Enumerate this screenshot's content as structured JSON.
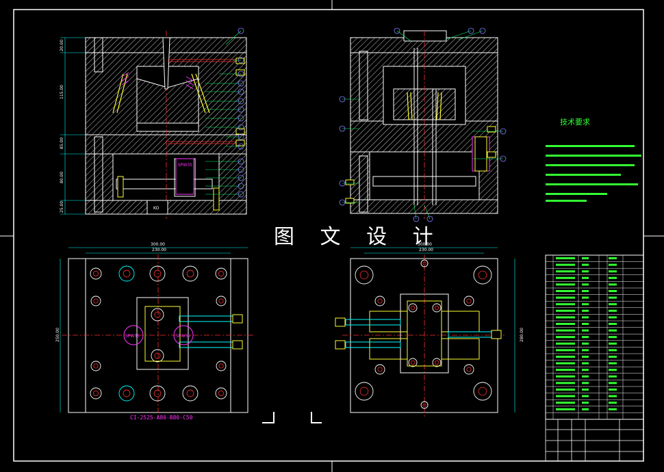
{
  "watermark": "图 文 设 计",
  "technical_requirements_title": "技术要求",
  "front_view_dims": [
    "20.00",
    "115.00",
    "85.00",
    "80.00",
    "25.00"
  ],
  "plan_dims": {
    "left_top": "300.00",
    "left_inner": "230.00",
    "left_side": "250.00",
    "right_top": "300.00",
    "right_inner": "230.00",
    "right_side": "280.00"
  },
  "labels": {
    "spw_front": "SPW35",
    "kb": "KO",
    "spw_left": "SPW35",
    "spw_right": "SPW35"
  },
  "caption": "CI-2525-A80-B80-C50",
  "colors": {
    "background": "#000000",
    "outline": "#ffffff",
    "hatch": "#ffffff",
    "centerline": "#ff3030",
    "dimension": "#00ffff",
    "callout": "#8080ff",
    "text_green": "#33ff33",
    "part_yellow": "#ffff33",
    "part_magenta": "#ff33ff",
    "cooling": "#00ffff"
  }
}
